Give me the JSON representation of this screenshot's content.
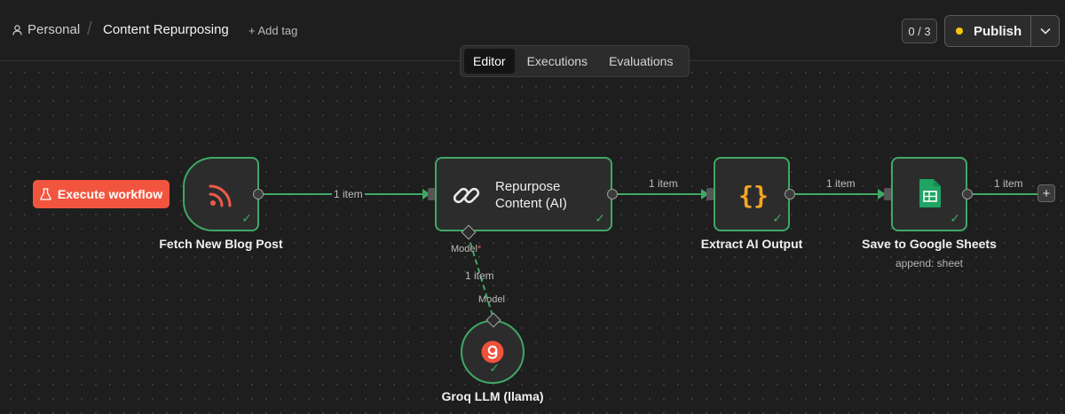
{
  "header": {
    "workspace": "Personal",
    "separator": "/",
    "workflow_title": "Content Repurposing",
    "add_tag": "+ Add tag",
    "counter": "0 / 3",
    "publish_label": "Publish",
    "publish_status_color": "#f6c30b"
  },
  "tabs": [
    {
      "label": "Editor",
      "active": true
    },
    {
      "label": "Executions",
      "active": false
    },
    {
      "label": "Evaluations",
      "active": false
    }
  ],
  "canvas": {
    "execute_button": "Execute workflow",
    "nodes": [
      {
        "name": "Fetch New Blog Post",
        "icon": "rss-icon",
        "status": "success"
      },
      {
        "name": "Repurpose Content (AI)",
        "name_lines": [
          "Repurpose",
          "Content (AI)"
        ],
        "icon": "link-icon",
        "status": "success"
      },
      {
        "name": "Extract AI Output",
        "icon": "braces-icon",
        "status": "success"
      },
      {
        "name": "Save to Google Sheets",
        "subtitle": "append: sheet",
        "icon": "google-sheets-icon",
        "status": "success"
      },
      {
        "name": "Groq LLM (llama)",
        "icon": "groq-icon",
        "status": "success"
      }
    ],
    "connections": [
      {
        "label": "1 item"
      },
      {
        "label": "1 item"
      },
      {
        "label": "1 item"
      },
      {
        "label": "1 item"
      }
    ],
    "model_connection": {
      "source_label": "Model",
      "required_marker": "*",
      "item_label": "1 item",
      "target_label": "Model"
    },
    "add_node": "+"
  },
  "colors": {
    "success": "#3fa865",
    "execute_button": "#f2553f",
    "rss": "#f0594a",
    "braces": "#f5a524",
    "sheets": "#1fa463",
    "groq": "#f0513c"
  }
}
